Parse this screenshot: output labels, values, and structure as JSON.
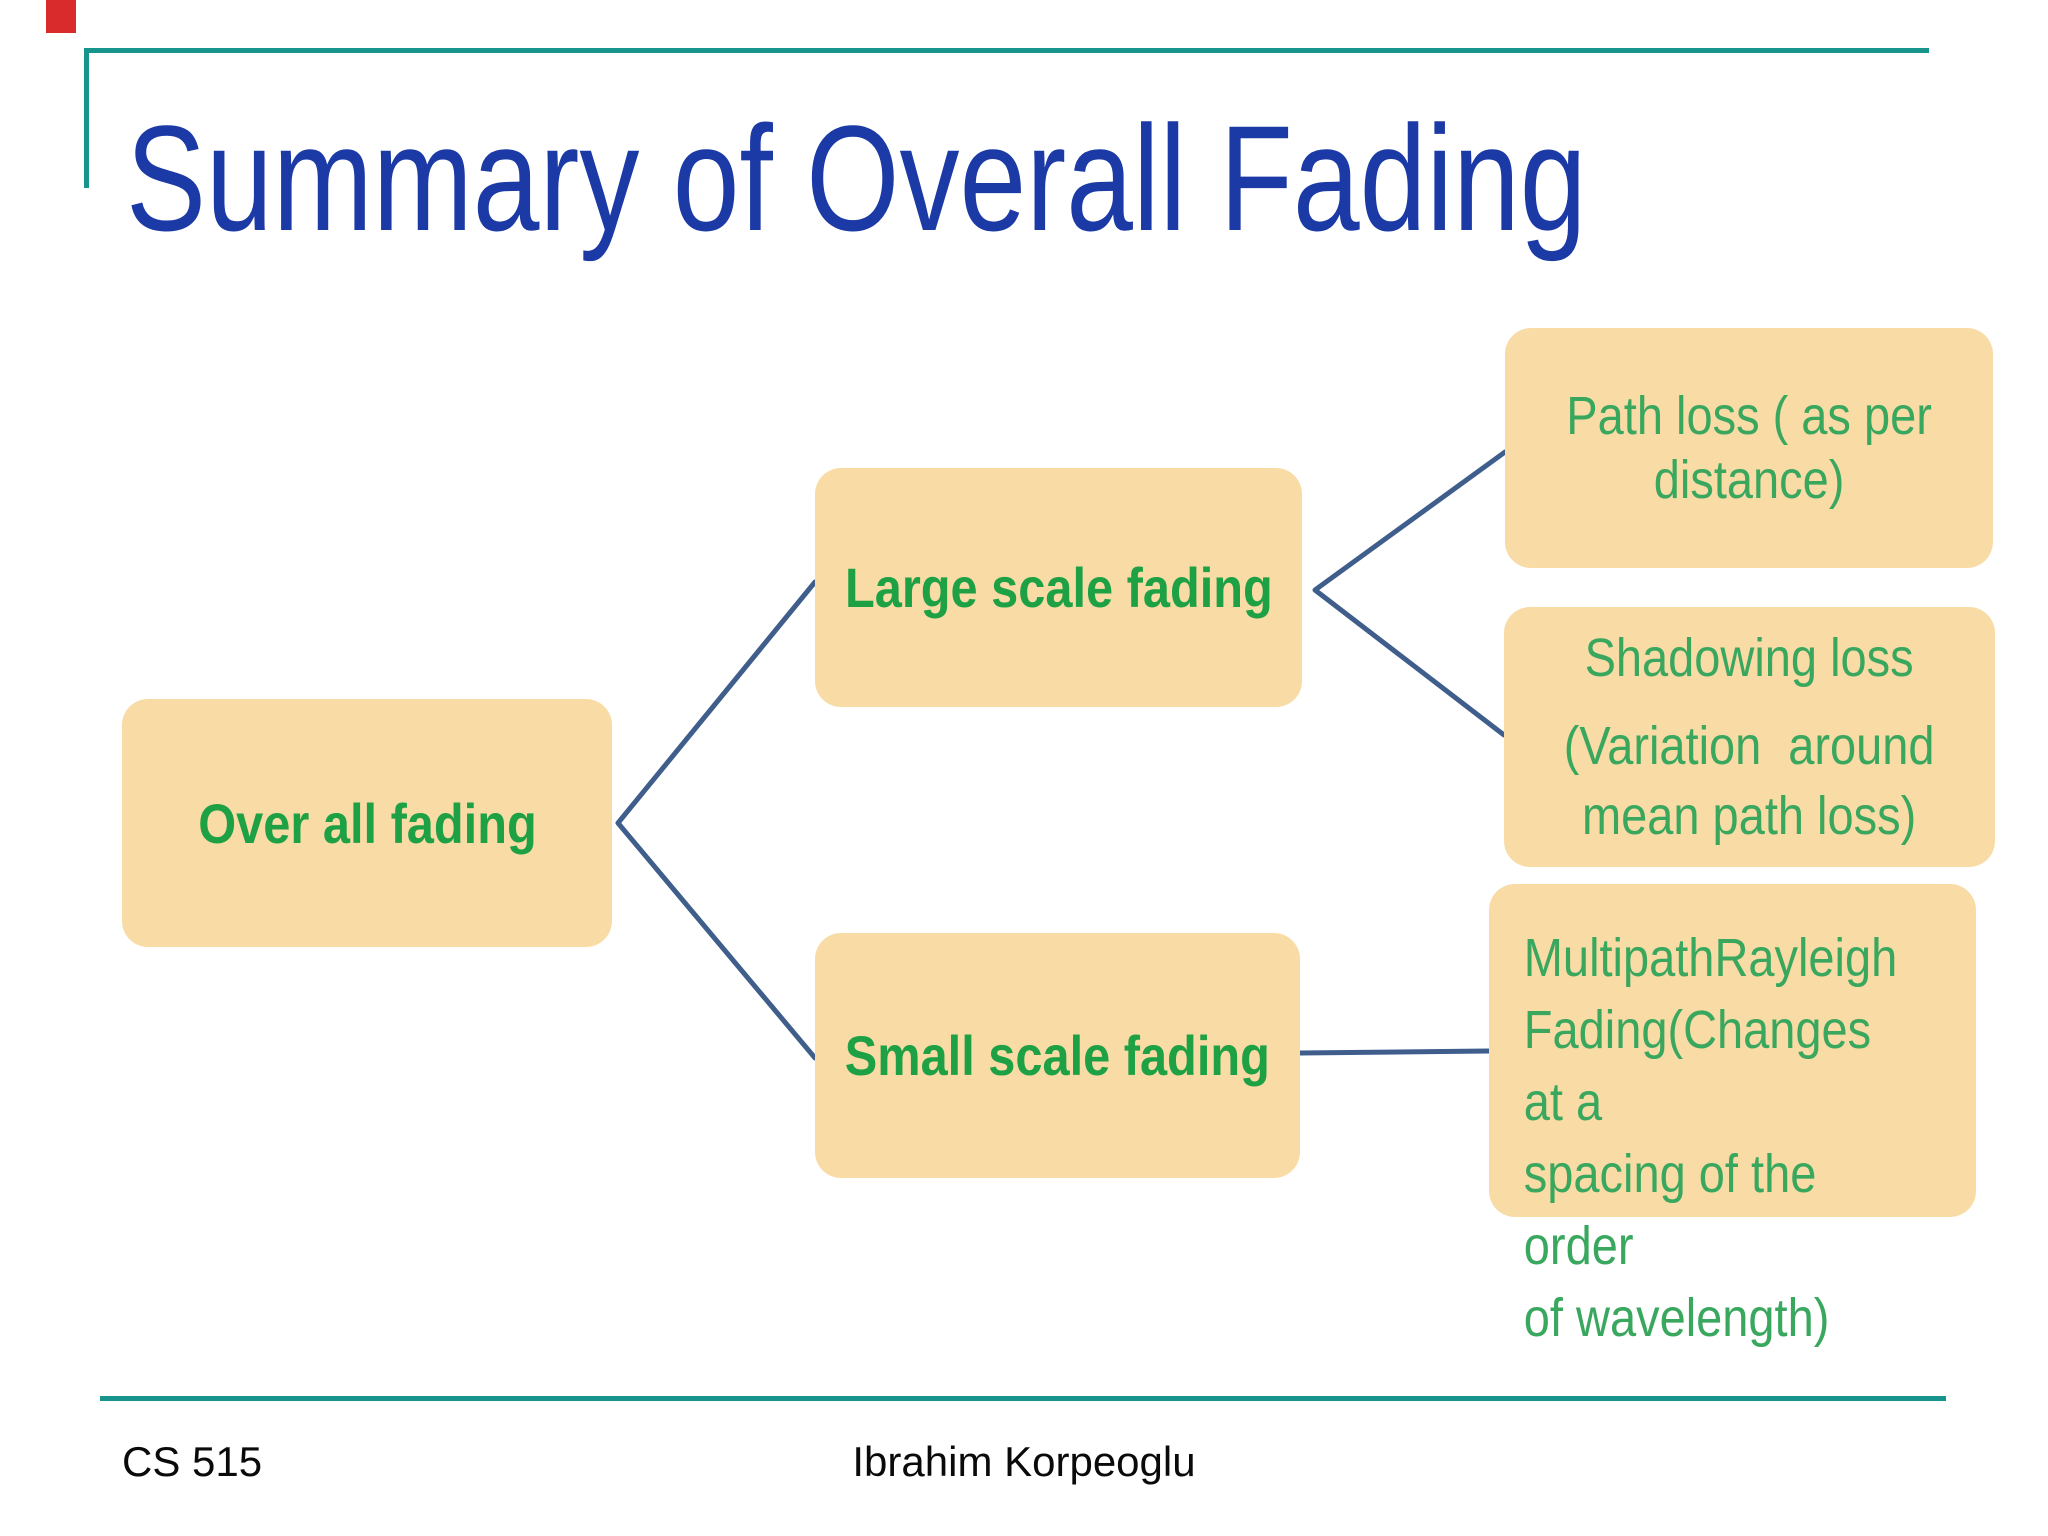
{
  "slide": {
    "title": "Summary of Overall Fading",
    "footer_left": "CS 515",
    "footer_center": "Ibrahim Korpeoglu"
  },
  "diagram": {
    "root": {
      "label": "Over all fading"
    },
    "branches": [
      {
        "label": "Large scale fading"
      },
      {
        "label": "Small scale fading"
      }
    ],
    "leaves": {
      "path_loss": {
        "line1": "Path loss ( as per",
        "line2": "distance)"
      },
      "shadowing": {
        "line1": "Shadowing loss",
        "line2": "(Variation around",
        "line3": "mean path loss)"
      },
      "multipath": {
        "line1_left": "Multipath",
        "line1_right": "Rayleigh",
        "line2": "Fading(Changes at a",
        "line3": "spacing of the order",
        "line4": "of wavelength)"
      }
    }
  },
  "colors": {
    "frame_teal": "#17948C",
    "title_blue": "#1B3AA6",
    "box_fill": "#F9DBA6",
    "label_green_bold": "#1EA144",
    "leaf_green": "#3AA75F",
    "connector_blue": "#3F5E8C",
    "accent_red": "#D92B2B",
    "footer_text": "#0A0A0A"
  }
}
